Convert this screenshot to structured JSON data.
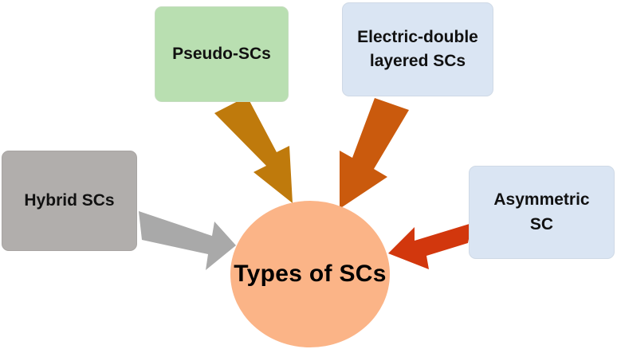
{
  "diagram": {
    "center": {
      "label": "Types of SCs",
      "color": "#fbb487"
    },
    "types": [
      {
        "id": "pseudo",
        "label": "Pseudo-SCs",
        "fill": "#b9dfb1",
        "arrow_color": "#bf7a0c"
      },
      {
        "id": "edl",
        "label": "Electric-double\nlayered SCs",
        "fill": "#dae5f3",
        "arrow_color": "#ca5a0d"
      },
      {
        "id": "hybrid",
        "label": "Hybrid SCs",
        "fill": "#b1aeac",
        "arrow_color": "#a9a9a9"
      },
      {
        "id": "asym",
        "label": "Asymmetric\nSC",
        "fill": "#dae5f3",
        "arrow_color": "#d2370d"
      }
    ]
  }
}
